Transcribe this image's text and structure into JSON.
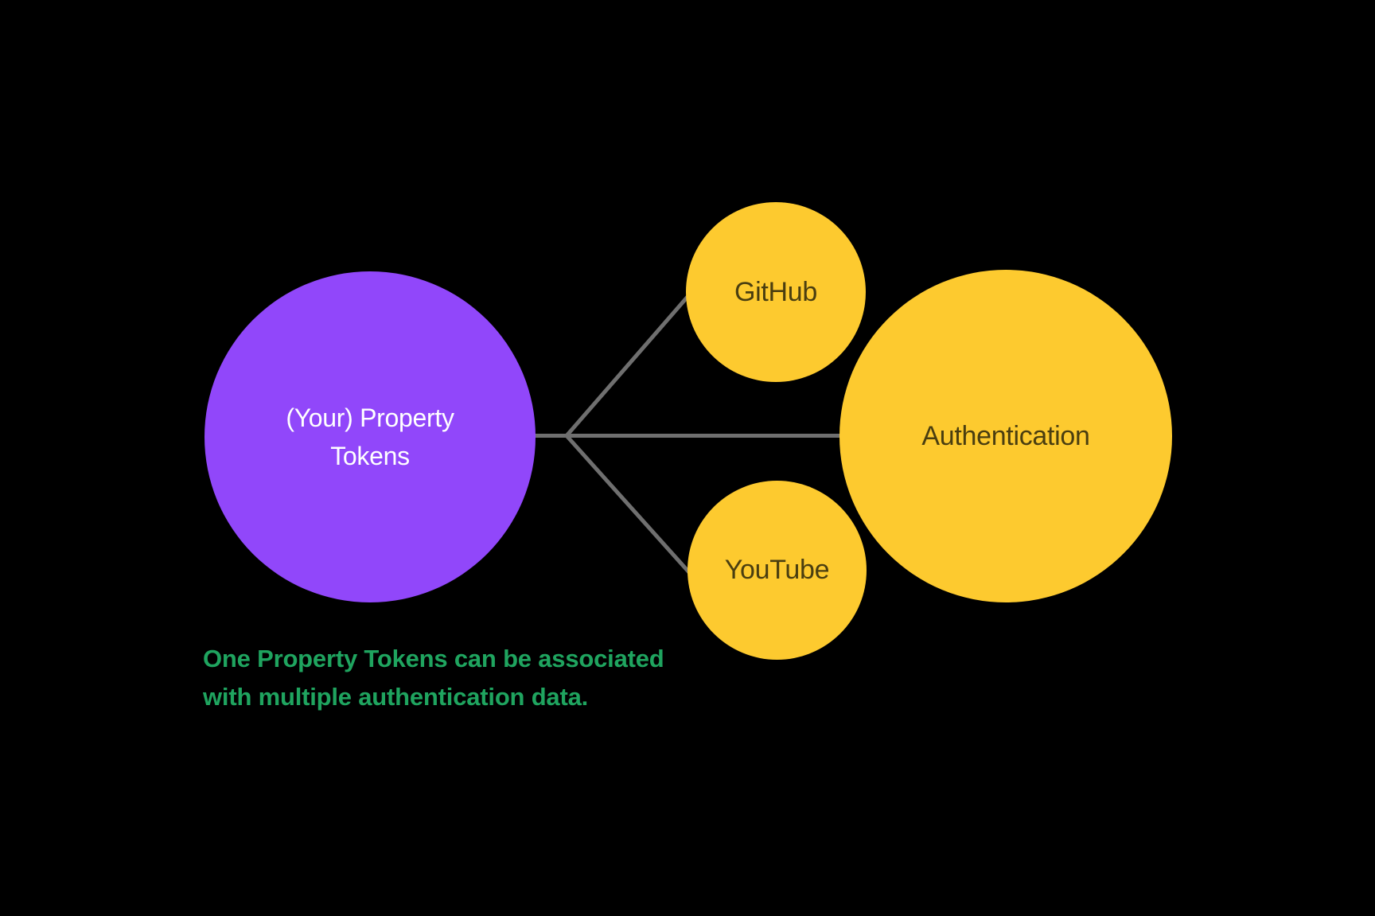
{
  "diagram": {
    "background_color": "#000000",
    "connector_color": "#6F6F6F",
    "nodes": {
      "property_tokens": {
        "lines": [
          "(Your) Property",
          "Tokens"
        ],
        "fill_color": "#9147FA",
        "text_color": "#FFFFFF"
      },
      "github": {
        "label": "GitHub",
        "fill_color": "#FDCA2F",
        "text_color": "#4A3E10"
      },
      "youtube": {
        "label": "YouTube",
        "fill_color": "#FDCA2F",
        "text_color": "#4A3E10"
      },
      "authentication": {
        "label": "Authentication",
        "fill_color": "#FDCA2F",
        "text_color": "#4A3E10"
      }
    },
    "caption": {
      "lines": [
        "One Property Tokens can be associated",
        "with multiple authentication data."
      ],
      "color": "#1FA45F"
    }
  }
}
